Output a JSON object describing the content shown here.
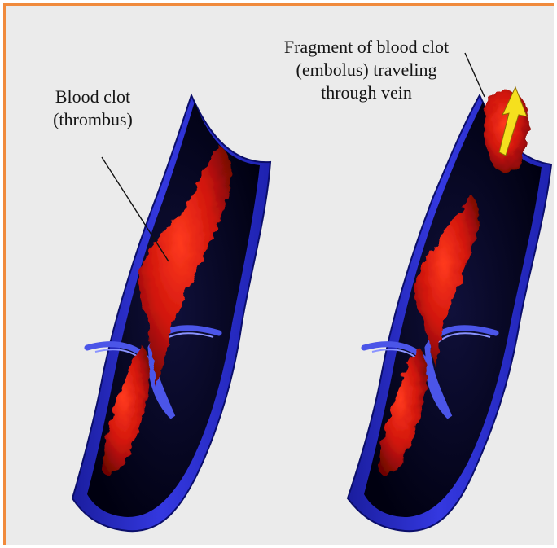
{
  "labels": {
    "thrombus": {
      "line1": "Blood clot",
      "line2": "(thrombus)"
    },
    "embolus": {
      "line1": "Fragment of blood clot",
      "line2": "(embolus) traveling",
      "line3": "through vein"
    }
  },
  "colors": {
    "background": "#ebebeb",
    "border": "#f08a3c",
    "vein_wall": "#2b2fd0",
    "vein_interior": "#0a0a24",
    "clot": "#d0150c",
    "arrow": "#f5e01e"
  },
  "icons": [
    "blood-clot-thrombus",
    "embolus-fragment",
    "direction-arrow-icon",
    "vein-valve"
  ]
}
